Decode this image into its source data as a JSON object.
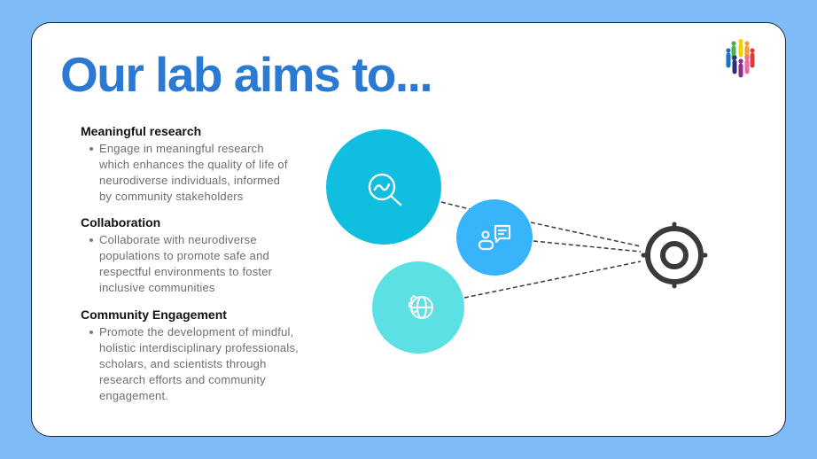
{
  "title": "Our lab aims to...",
  "sections": [
    {
      "heading": "Meaningful research",
      "lines": [
        "Engage in meaningful research",
        "which enhances the quality of life of",
        "neurodiverse individuals, informed",
        "by community stakeholders"
      ]
    },
    {
      "heading": "Collaboration",
      "lines": [
        "Collaborate with neurodiverse",
        "populations to promote safe and",
        "respectful environments to foster",
        "inclusive communities"
      ]
    },
    {
      "heading": "Community Engagement",
      "lines": [
        "Promote the development of mindful,",
        "holistic interdisciplinary professionals,",
        "scholars, and scientists through",
        "research efforts and community",
        "engagement."
      ]
    }
  ],
  "diagram": {
    "nodes": [
      {
        "icon": "research-search-icon",
        "color": "#10bfdf"
      },
      {
        "icon": "people-chat-icon",
        "color": "#38b4fb"
      },
      {
        "icon": "gear-globe-icon",
        "color": "#5ce0e4"
      }
    ],
    "target_icon": "target-icon",
    "target_color": "#3a3a3a"
  },
  "logo_colors": [
    "#1e73be",
    "#4caf50",
    "#f5d000",
    "#f39c33",
    "#e53935",
    "#2b2e7a",
    "#8e2d91",
    "#e86aa6"
  ]
}
